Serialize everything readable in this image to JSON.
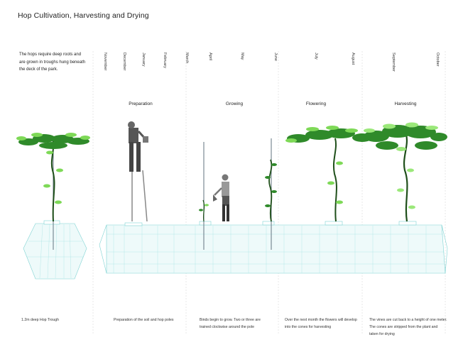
{
  "title": "Hop Cultivation, Harvesting and Drying",
  "intro": "The hops require deep roots and are grown in troughs hung beneath the deck of the park.",
  "months": [
    "November",
    "December",
    "January",
    "February",
    "March",
    "April",
    "May",
    "June",
    "July",
    "August",
    "September",
    "October"
  ],
  "phases": [
    "Preparation",
    "Growing",
    "Flowering",
    "Harvesting"
  ],
  "captions": [
    "1.2m deep Hop Trough",
    "Preparation of the soil and hop poles",
    "Binds begin to grow. Two or three are trained clockwise around the pole",
    "Over the next month the flowers will develop into the cones for harvesting",
    "The vines are cut back to a height of one meter. The cones are stripped from the plant and taken for drying"
  ],
  "colors": {
    "trough": "#7fd3d3",
    "trough_fill": "#e6f7f7",
    "leaf_dark": "#2f8a2a",
    "leaf_light": "#7ed957",
    "stem": "#1f4f1a",
    "gridline": "#cccccc"
  }
}
